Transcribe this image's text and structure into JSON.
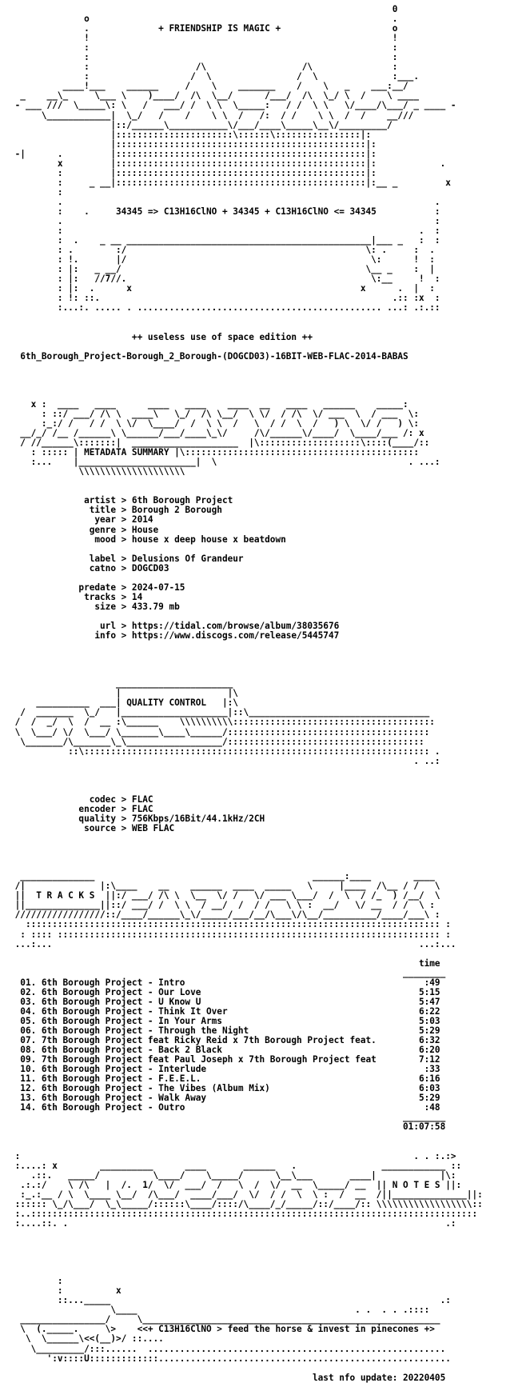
{
  "nfo": {
    "lines": [
      "                                                                        0",
      "              o                                                         .",
      "              .             + FRIENDSHIP IS MAGIC +                     o",
      "              !                                                         !",
      "              :                                                         :",
      "              :                                                         :",
      "              :                    /\\                  /\\               :",
      "              :                   /  \\                /  \\              :___.",
      "          ____!___    ______     /    \\    _______    /    \\   _    ___:__/",
      "  _    __\\_     \\___ \\    )____/  /\\  \\__/      /___/  /\\  \\_/ \\  /    \\ ____",
      " - ___ ///  \\_____\\: \\   /   ___/ /  \\ \\  \\_____:   / /  \\ \\   \\/____/\\___/ _ ____ -",
      "      \\____________|  \\_/   /    /    \\ \\  /   /:  / /    \\ \\  /  /    __///",
      "                   |::/______\\___________\\/___/____\\_____\\__\\/_________/",
      "                   |::::::::::::::::::::::\\::::::\\::::::::::::::::|:",
      "                   |:::::::::::::::::::::::::::::::::::::::::::::::|:",
      " -|      .         |:::::::::::::::::::::::::::::::::::::::::::::::|:",
      "         x         |:::::::::::::::::::::::::::::::::::::::::::::::|:            .",
      "         :         |:::::::::::::::::::::::::::::::::::::::::::::::|:",
      "         :     _ __|:::::::::::::::::::::::::::::::::::::::::::::::|:__ _         x",
      "         :",
      "         .                                                                      .",
      "         :    .     34345 => C13H16ClNO + 34345 + C13H16ClNO <= 34345           :",
      "         .                                                                      :",
      "         :                                                                   .  :",
      "         :  .    _ __ ______________________________________________|___ _   :  :",
      "         : .        :/                                             \\: .     :  .",
      "         : !.       |/                                              \\:      !  :",
      "         : |:   _ __/                                              \\__ _    :  |",
      "         : |:   //7//.                                              \\:__     !  :",
      "         : |:  .      x                                           x      .  |  :",
      "         : !: ::.                                                       .:: :x  :",
      "         :...:. ..... . .............................................. ...: .:.::",
      "",
      "",
      "                       ++ useless use of space edition ++",
      "",
      "  6th_Borough_Project-Borough_2_Borough-(DOGCD03)-16BIT-WEB-FLAC-2014-BABAS",
      "",
      "",
      "",
      "",
      "    x :  ____   ____      ____   ____    ____  __   ____   ______    _____:",
      "      : ::/ ___/ /\\ \\  ____\\   \\_/  /\\ \\__/  \\ \\/  / /\\  \\/ ___  \\  / ___  \\:",
      "      :_:/ /   / /  \\ \\/  \\____/  /  \\ \\  /   \\  / /  \\  /   ) \\  \\/ /   ) \\:",
      "  __/_/ /__ /______\\ \\______/___/____\\_\\/     /\\/______\\/____/  \\____/___ /: x",
      "  / //______\\:::::::|  ____________________  |\\:::::::::::::::::::\\::::(____/::",
      "    : ::::: | METADATA SUMMARY |\\::::::::::::::::::::::::::::::::::::::::::::",
      "    :...    |______________________|  \\                                    . ...:",
      "             \\\\\\\\\\\\\\\\\\\\\\\\\\\\\\\\\\\\\\\\",
      "",
      "",
      "              artist > 6th Borough Project",
      "               title > Borough 2 Borough",
      "                year > 2014",
      "               genre > House",
      "                mood > house x deep house x beatdown",
      "",
      "               label > Delusions Of Grandeur",
      "               catno > DOGCD03",
      "",
      "             predate > 2024-07-15",
      "              tracks > 14",
      "                size > 433.79 mb",
      "",
      "                 url > https://tidal.com/browse/album/38035676",
      "                info > https://www.discogs.com/release/5445747",
      "",
      "",
      "",
      "",
      "                    ______________________",
      "                    |                    |\\",
      "     __________  ___| QUALITY CONTROL   |:\\",
      "  /  _______  \\_/   |____________________|::\\__________________________________",
      " /  /  _/  \\  /  __ :\\______    \\\\\\\\\\\\\\\\\\\\::::::::::::::::::::::::::::::::::::::",
      " \\  \\___/ \\/  \\___/ \\_______\\____\\______/::::::::::::::::::::::::::::::::::::::",
      "  \\_______/\\_______\\_\\__________________/:::::::::::::::::::::::::::::::::::::",
      "           ::\\::::::::::::::::::::::::::::::::::::::::::::::::::::::::::::::::: .",
      "                                                                            . ..:",
      "",
      "",
      "",
      "               codec > FLAC",
      "             encoder > FLAC",
      "             quality > 756Kbps/16Bit/44.1kHz/2CH",
      "              source > WEB FLAC",
      "",
      "",
      "",
      "",
      "  ______________                                         ______:____        ____",
      " /|              |:\\____    __    ______  ____  _____   \\     |____  /\\__ / /   \\",
      " ||  T R A C K S  ||:/ ___/ /\\ \\  \\__  \\/ /   \\/ ___ \\___/  /  \\  / /_  ) /__/  \\",
      " ||______________||::/ ___/ /  \\ \\  / __/  /  / /   \\ \\ :  __/   \\/ __  / /  \\ :",
      " /////////////////::/____/______\\_\\/_____/___/__/\\___\\/\\__/__________/____/___\\ :",
      "   :::::::::::::::::::::::::::::::::::::::::::::::::::::::::::::::::::::::::::::: :",
      "  : :::: :::::::::::::::::::::::::::::::::::::::::::::::::::::::::::::::::::::::: :",
      " ...:...                                                                     ...:...",
      "",
      "                                                                             time",
      "                                                                          ________",
      "  01. 6th Borough Project - Intro                                             :49",
      "  02. 6th Borough Project - Our Love                                         5:15",
      "  03. 6th Borough Project - U Know U                                         5:47",
      "  04. 6th Borough Project - Think It Over                                    6:22",
      "  05. 6th Borough Project - In Your Arms                                     5:03",
      "  06. 6th Borough Project - Through the Night                                5:29",
      "  07. 7th Borough Project feat Ricky Reid x 7th Borough Project feat.        6:32",
      "  08. 6th Borough Project - Back 2 Black                                     6:20",
      "  09. 7th Borough Project feat Paul Joseph x 7th Borough Project feat        7:12",
      "  10. 6th Borough Project - Interlude                                         :33",
      "  11. 6th Borough Project - F.E.E.L.                                         6:16",
      "  12. 6th Borough Project - The Vibes (Album Mix)                            6:03",
      "  13. 6th Borough Project - Walk Away                                        5:29",
      "  14. 6th Borough Project - Outro                                             :48",
      "                                                                          ________",
      "                                                                          01:07:58",
      "",
      "",
      " :                                                                          . . :.:>",
      " :....: x        __________      ____       ______   .                ____________ ::",
      "    .::.   _____/          \\____/    \\_____/      \\__\\___       ____|            |\\:",
      "  .:.:/    \\ /\\   |  /.  1/  \\/  ___/  /   \\  /  \\/  __  \\_____/ __  || N O T E S ||:",
      "  :_.:__ / \\  \\____ \\__/  /\\___/  ____/___/  \\/  / /  \\  \\ :  /  __  /||______________||:",
      " :::::: \\_/\\___/  \\_\\_____/::::::\\____/::::/\\____/_/_____/::/____/:: \\\\\\\\\\\\\\\\\\\\\\\\\\\\\\\\\\\\::",
      " :..::::::::::::::::::::::::::::::::::::::::::::::::::::::::::::::::::::::::::::::::::::",
      " :....::. .                                                                       .:",
      "",
      "",
      "",
      "",
      "",
      "         :",
      "         :          x",
      "         ::..._____                                                              .:",
      "                   \\____                                         . .  . . .::::",
      "  ________________/     \\________________________________________________________",
      "  \\  (._____.     \\>    <<+ C13H16ClNO > feed the horse & invest in pinecones +>",
      "   \\  \\______\\<<(__)>/ ::....",
      "    \\_________/:::......  ........................................................",
      "       ':v::::U:::::::::::::.......................................................",
      "",
      "                                                         last nfo update: 20220405"
    ]
  }
}
